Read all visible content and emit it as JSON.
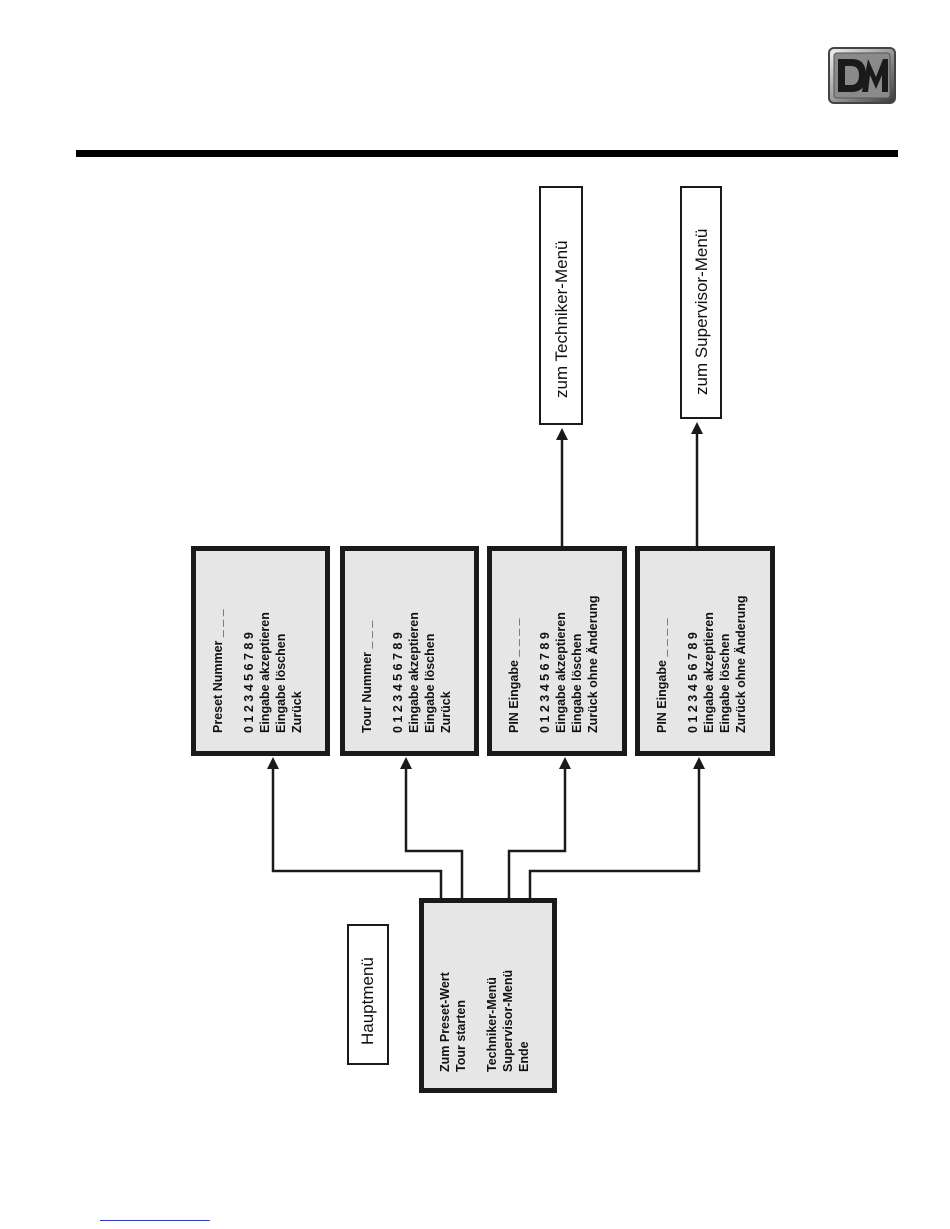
{
  "main_menu": {
    "label": "Hauptmenü",
    "items": [
      "Zum Preset-Wert",
      "Tour starten",
      "",
      "Techniker-Menü",
      "Supervisor-Menü",
      "Ende"
    ]
  },
  "submenus": [
    {
      "id": "preset",
      "lines": [
        "Preset Nummer _ _ _",
        "",
        "0 1 2 3 4 5 6 7 8 9",
        "Eingabe akzeptieren",
        "Eingabe löschen",
        "Zurück"
      ]
    },
    {
      "id": "tour",
      "lines": [
        "Tour Nummer _ _ _",
        "",
        "0 1 2 3 4 5 6 7 8 9",
        "Eingabe akzeptieren",
        "Eingabe löschen",
        "Zurück"
      ]
    },
    {
      "id": "pin-techniker",
      "lines": [
        "PIN Eingabe _ _ _ _",
        "",
        "0 1 2 3 4 5 6 7 8 9",
        "Eingabe akzeptieren",
        "Eingabe löschen",
        "Zurück ohne Änderung"
      ]
    },
    {
      "id": "pin-supervisor",
      "lines": [
        "PIN Eingabe _ _ _ _",
        "",
        "0 1 2 3 4 5 6 7 8 9",
        "Eingabe akzeptieren",
        "Eingabe löschen",
        "Zurück ohne Änderung"
      ]
    }
  ],
  "destinations": {
    "techniker": "zum Techniker-Menü",
    "supervisor": "zum Supervisor-Menü"
  },
  "colors": {
    "box_fill": "#e6e6e6",
    "line": "#1a1a1a",
    "accent_line": "#2f3fbf"
  },
  "orientation": "rotated 90° counter-clockwise"
}
